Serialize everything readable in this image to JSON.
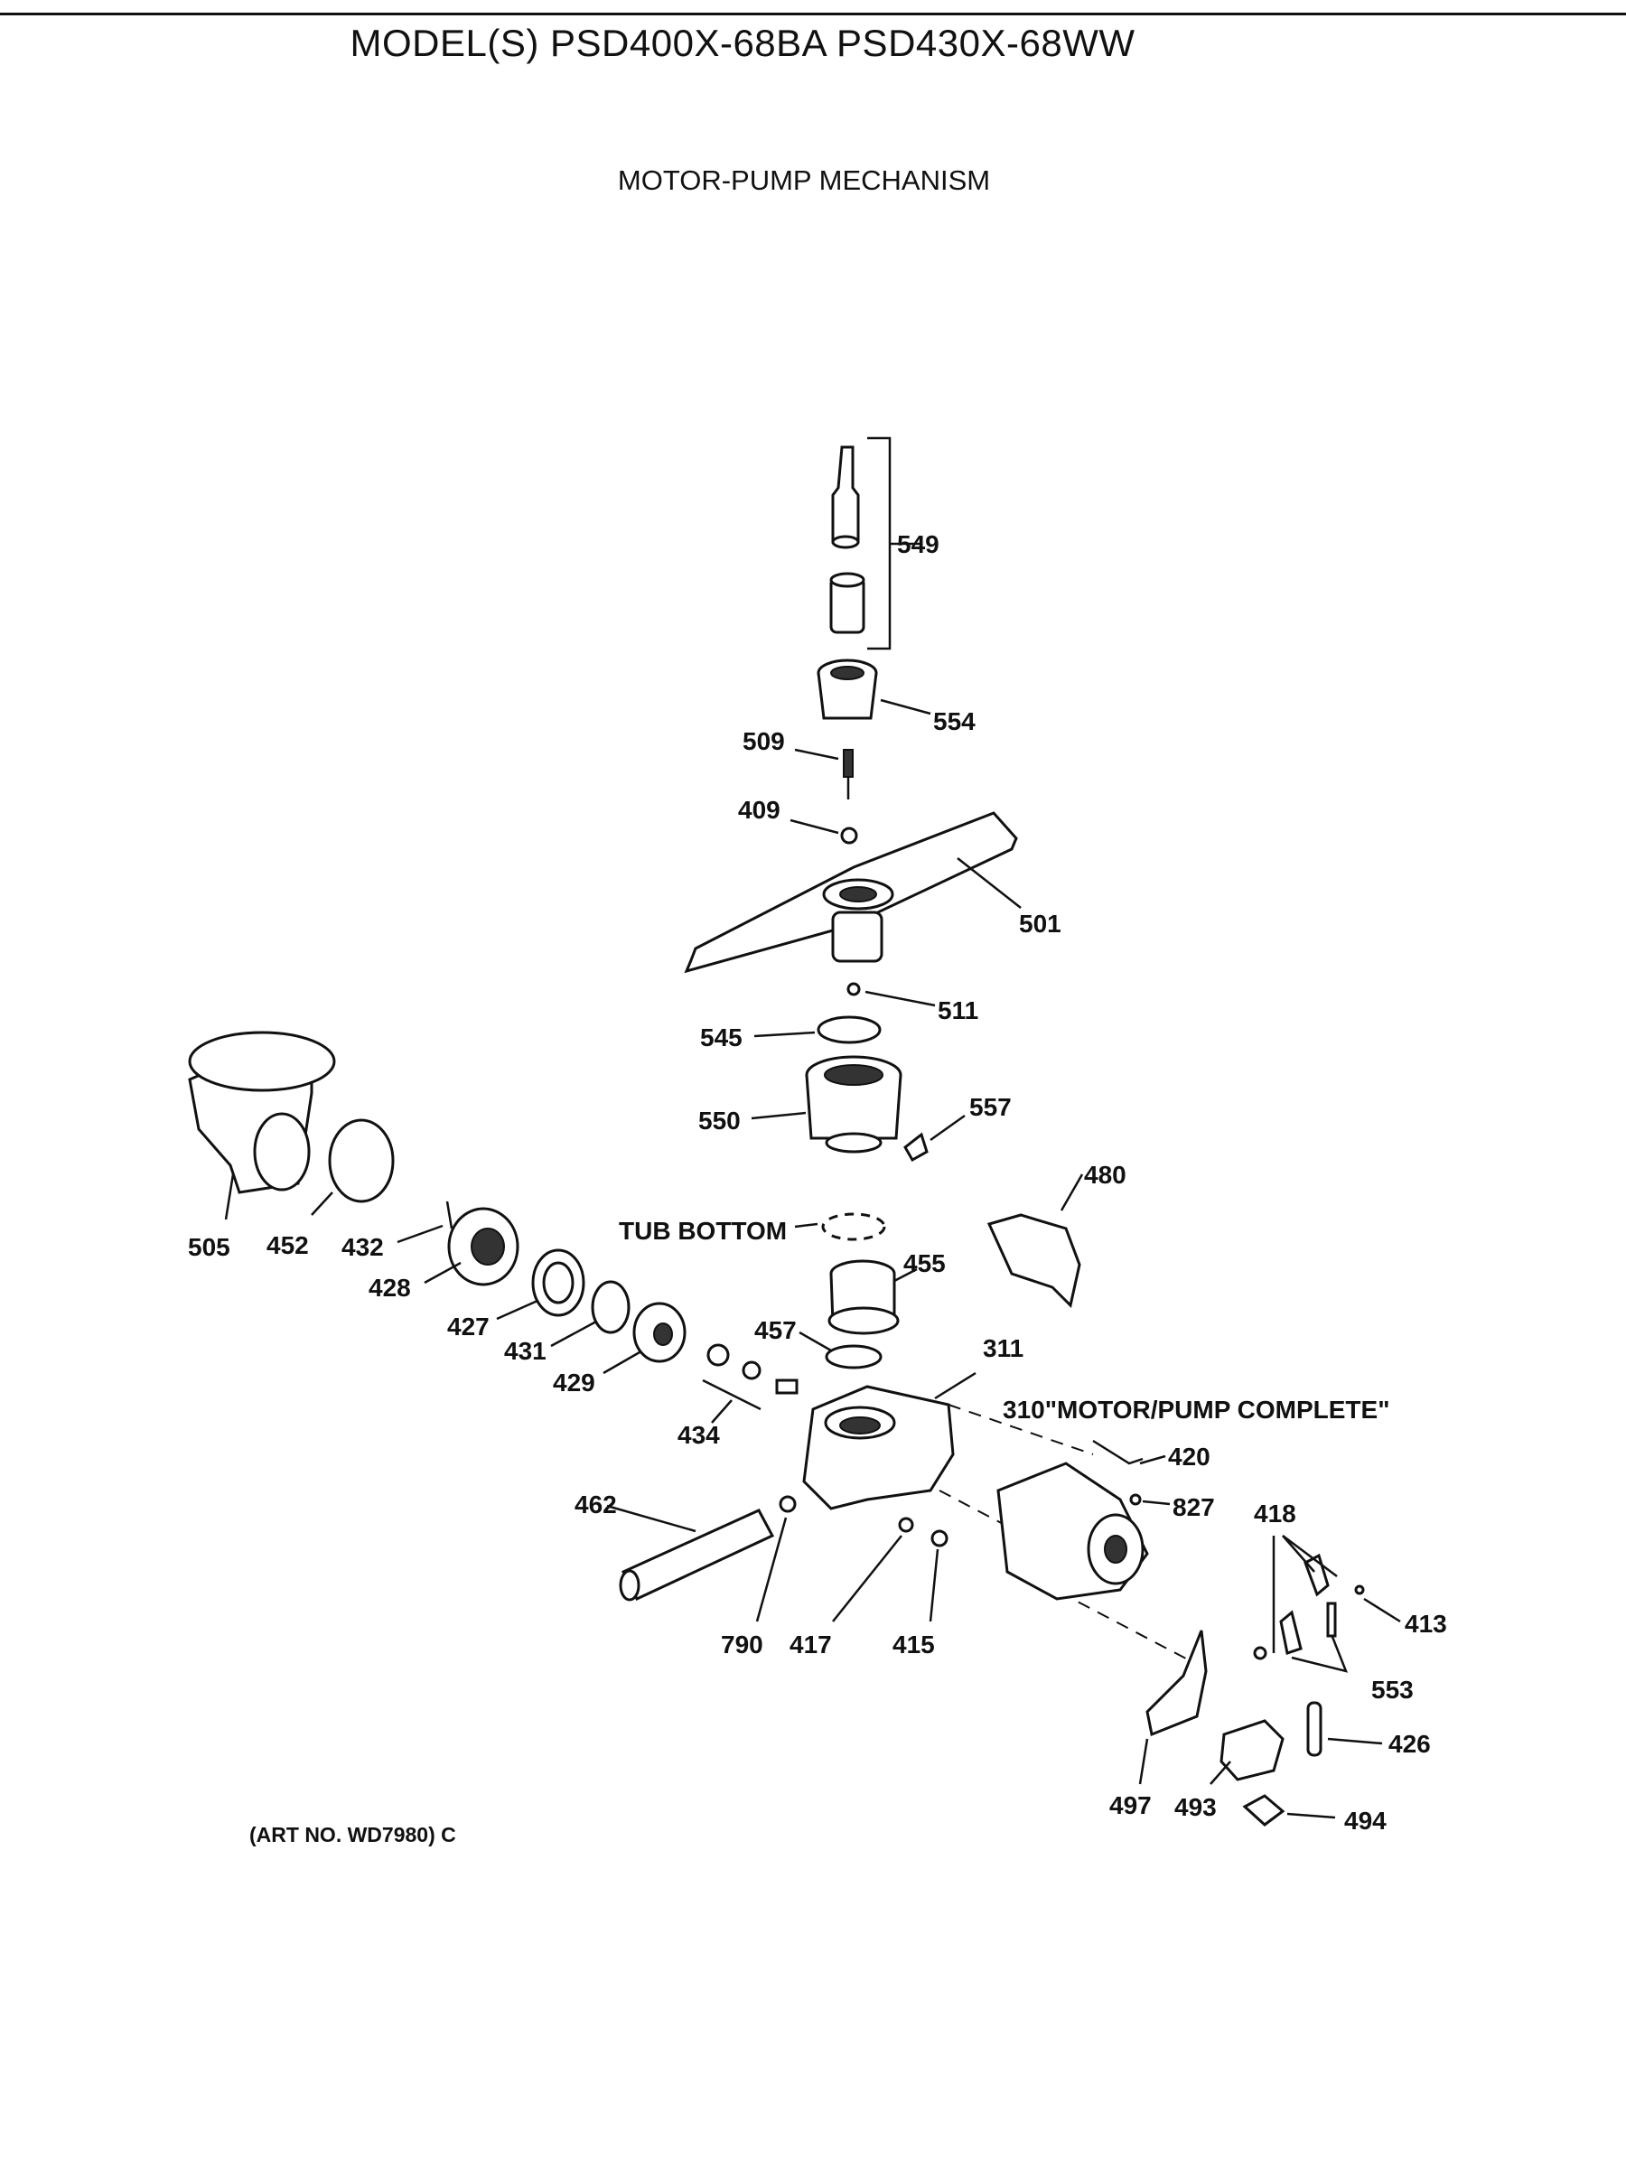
{
  "header": {
    "model_line": "MODEL(S) PSD400X-68BA  PSD430X-68WW",
    "subtitle": "MOTOR-PUMP MECHANISM"
  },
  "footer": {
    "art_no": "(ART NO. WD7980) C"
  },
  "callouts": {
    "c549": "549",
    "c554": "554",
    "c509": "509",
    "c409": "409",
    "c501": "501",
    "c511": "511",
    "c545": "545",
    "c550": "550",
    "c557": "557",
    "c480": "480",
    "c505": "505",
    "c452": "452",
    "c432": "432",
    "c428": "428",
    "c427": "427",
    "c431": "431",
    "c429": "429",
    "c434": "434",
    "tub_bottom": "TUB BOTTOM",
    "c455": "455",
    "c457": "457",
    "c311": "311",
    "c310": "310\"MOTOR/PUMP COMPLETE\"",
    "c420": "420",
    "c827": "827",
    "c418": "418",
    "c413": "413",
    "c553": "553",
    "c426": "426",
    "c462": "462",
    "c790": "790",
    "c417": "417",
    "c415": "415",
    "c497": "497",
    "c493": "493",
    "c494": "494"
  }
}
